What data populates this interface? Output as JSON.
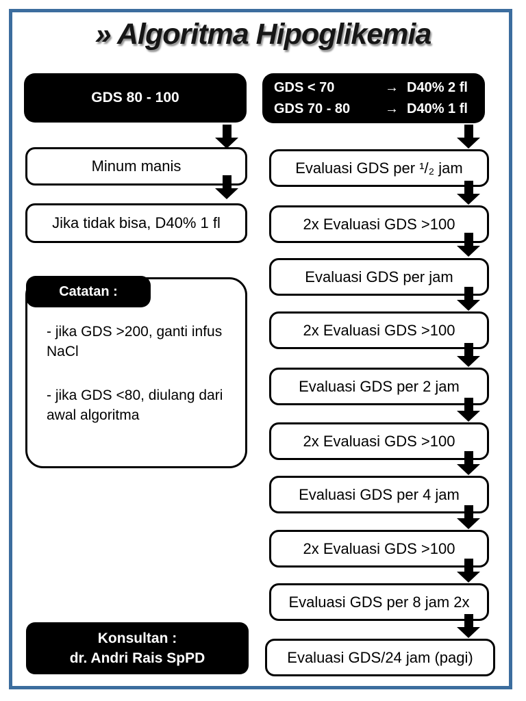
{
  "page": {
    "title": "» Algoritma Hipoglikemia",
    "frame_color": "#3c6d9e",
    "box_fill_dark": "#000000",
    "box_fill_light": "#ffffff"
  },
  "left_column": {
    "start_box": {
      "label": "GDS 80 - 100"
    },
    "steps": [
      {
        "label": "Minum manis"
      },
      {
        "label": "Jika tidak bisa, D40% 1 fl"
      }
    ],
    "notes": {
      "title": "Catatan :",
      "items": [
        "- jika GDS >200, ganti infus NaCl",
        "- jika GDS <80, diulang dari awal algoritma"
      ]
    },
    "consultant_box": {
      "line1": "Konsultan :",
      "line2": "dr. Andri Rais SpPD"
    }
  },
  "right_column": {
    "start_box": {
      "rows": [
        {
          "condition": "GDS < 70",
          "arrow": "→",
          "action": "D40% 2 fl"
        },
        {
          "condition": "GDS 70 - 80",
          "arrow": "→",
          "action": "D40% 1 fl"
        }
      ]
    },
    "steps": [
      {
        "label": "Evaluasi GDS per ¹/₂ jam"
      },
      {
        "label": "2x Evaluasi GDS >100"
      },
      {
        "label": "Evaluasi GDS per jam"
      },
      {
        "label": "2x Evaluasi GDS >100"
      },
      {
        "label": "Evaluasi GDS per 2 jam"
      },
      {
        "label": "2x Evaluasi GDS >100"
      },
      {
        "label": "Evaluasi GDS per 4 jam"
      },
      {
        "label": "2x Evaluasi GDS >100"
      },
      {
        "label": "Evaluasi GDS per 8 jam 2x"
      },
      {
        "label": "Evaluasi GDS/24 jam (pagi)"
      }
    ]
  }
}
